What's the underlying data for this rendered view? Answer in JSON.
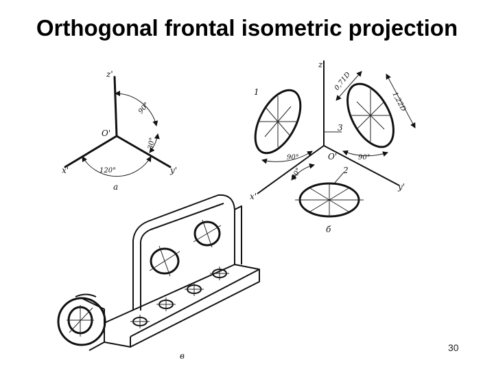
{
  "title": "Orthogonal frontal isometric projection",
  "page_number": "30",
  "colors": {
    "ink": "#111111",
    "background": "#ffffff"
  },
  "diagram_a": {
    "axis_z": "z'",
    "axis_x": "x'",
    "axis_y": "y'",
    "origin": "O'",
    "angle_zy": "90°",
    "angle_yz_small": "30°",
    "angle_xy": "120°",
    "caption": "а"
  },
  "diagram_b": {
    "axis_z": "z'",
    "axis_x": "x'",
    "axis_y": "y'",
    "origin": "O'",
    "dim_minor": "0,71D",
    "dim_major": "1,22D",
    "angle_left": "90°",
    "angle_right": "90°",
    "angle_bottom": "90°",
    "ellipse_1": "1",
    "ellipse_2": "2",
    "ellipse_3": "3",
    "caption": "б"
  },
  "diagram_c": {
    "caption": "в"
  }
}
